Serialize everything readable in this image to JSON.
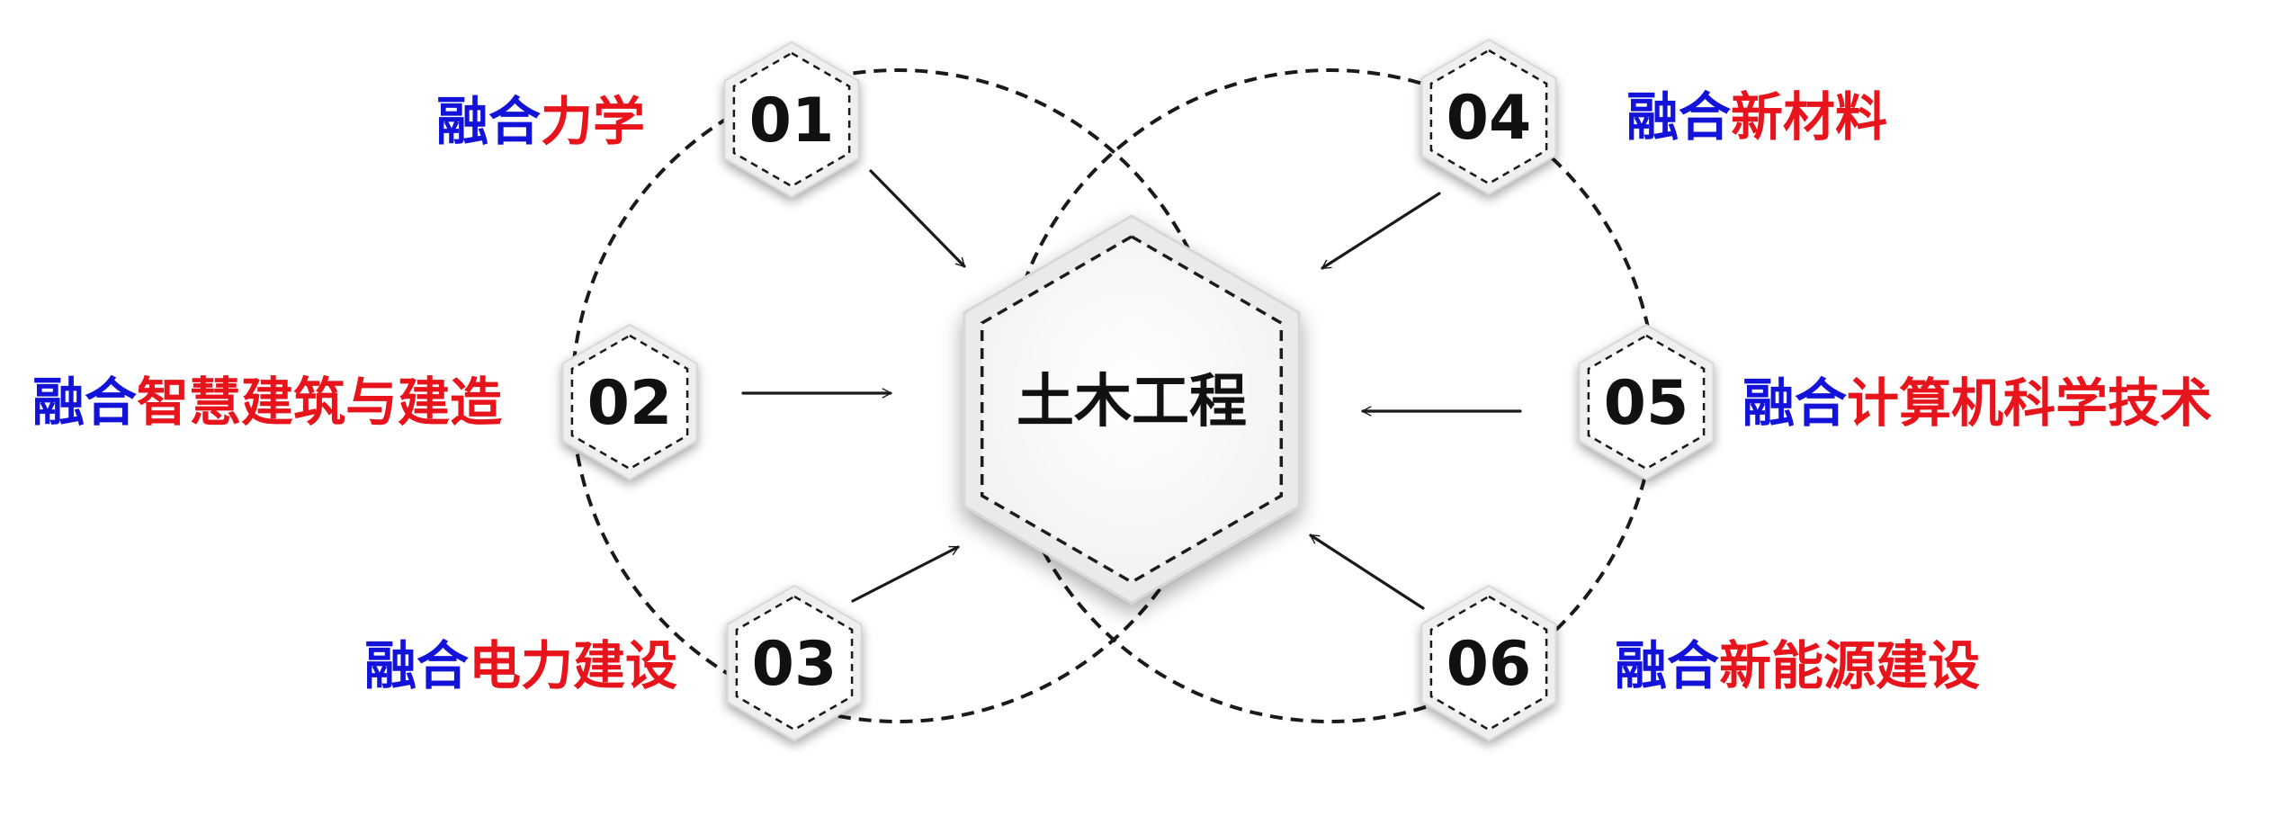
{
  "center": {
    "label": "土木工程"
  },
  "colors": {
    "prefix": "#1212d9",
    "topic": "#e8141c",
    "stroke": "#1a1a1a",
    "text": "#111111"
  },
  "nodes": [
    {
      "number": "01",
      "prefix": "融合",
      "topic": "力学"
    },
    {
      "number": "02",
      "prefix": "融合",
      "topic": "智慧建筑与建造"
    },
    {
      "number": "03",
      "prefix": "融合",
      "topic": "电力建设"
    },
    {
      "number": "04",
      "prefix": "融合",
      "topic": "新材料"
    },
    {
      "number": "05",
      "prefix": "融合",
      "topic": "计算机科学技术"
    },
    {
      "number": "06",
      "prefix": "融合",
      "topic": "新能源建设"
    }
  ],
  "icons": {
    "node_shape": "hexagon",
    "connector": "arrow-icon"
  }
}
